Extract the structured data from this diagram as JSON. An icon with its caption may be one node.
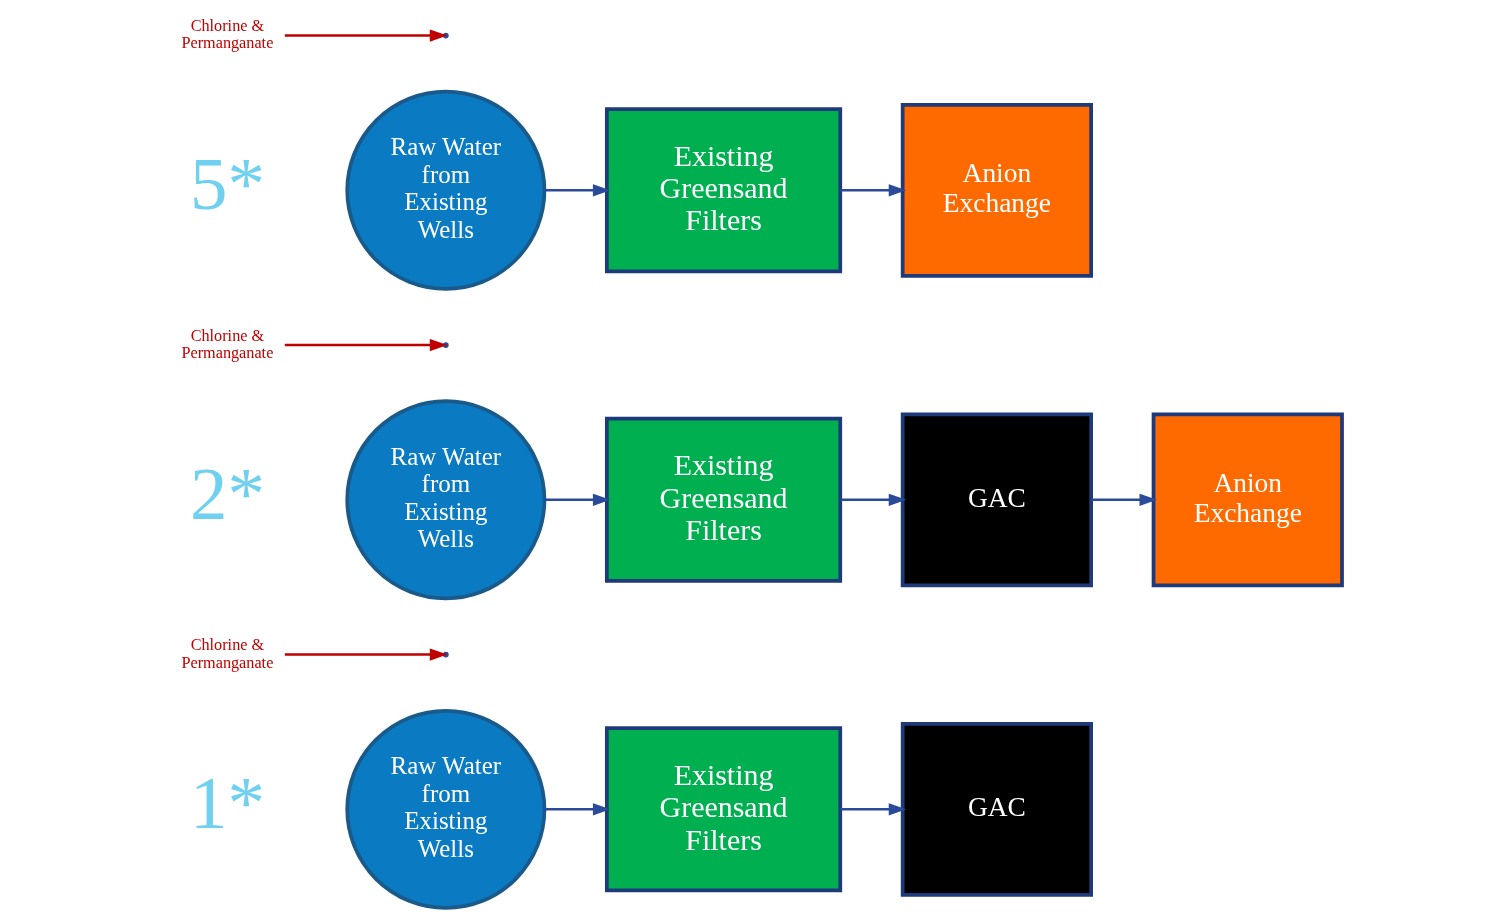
{
  "diagram": {
    "nodes": [
      {
        "text": [
          "Raw Water from Existing Wells"
        ]
      },
      {
        "text": [
          "Chlorine & Permanganate"
        ]
      },
      {
        "text": [
          "Existing Greensand Filters"
        ]
      },
      {
        "text": [
          "GAC"
        ]
      },
      {
        "text": [
          "Raw Water from Existing Wells"
        ]
      },
      {
        "text": [
          "Chlorine & Permanganate"
        ]
      },
      {
        "text": [
          "Existing Greensand Filters"
        ]
      },
      {
        "text": [
          "GAC"
        ]
      },
      {
        "text": [
          "Anion Exchange"
        ]
      },
      {
        "text": [
          "Raw Water from Existing Wells"
        ]
      },
      {
        "text": [
          "Chlorine & Permanganate"
        ]
      },
      {
        "text": [
          "Existing Greensand Filters"
        ]
      },
      {
        "text": [
          "Anion Exchange"
        ]
      }
    ],
    "edges": [
      {
        "from": 0,
        "to": 2,
        "arrow": "to"
      },
      {
        "from": 1,
        "to": null,
        "arrow": "to",
        "color": "#c00000"
      },
      {
        "from": 2,
        "to": 3,
        "arrow": "to"
      },
      {
        "from": 4,
        "to": 6,
        "arrow": "to"
      },
      {
        "from": 5,
        "to": null,
        "arrow": "to",
        "color": "#c00000"
      },
      {
        "from": 6,
        "to": 7,
        "arrow": "to"
      },
      {
        "from": 7,
        "to": 8,
        "arrow": "to"
      },
      {
        "from": 9,
        "to": 11,
        "arrow": "to"
      },
      {
        "from": 10,
        "to": null,
        "arrow": "to",
        "color": "#c00000"
      },
      {
        "from": 11,
        "to": 12,
        "arrow": "to"
      }
    ],
    "labels": [
      "1*",
      "2*",
      "5*"
    ]
  }
}
